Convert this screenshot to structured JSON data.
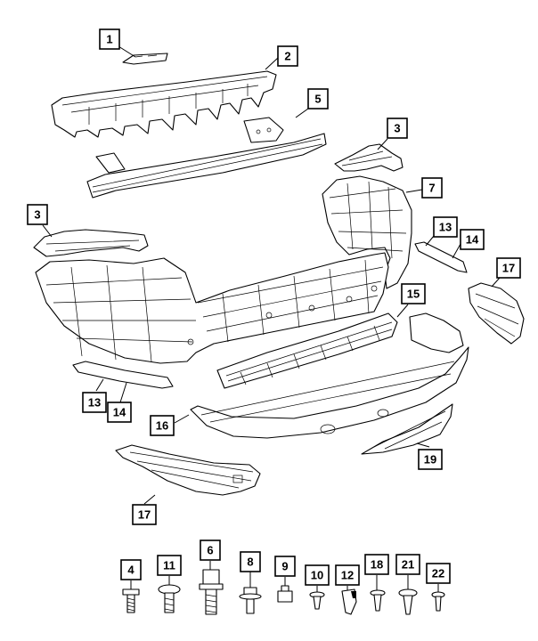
{
  "diagram": {
    "colors": {
      "line": "#000000",
      "background": "#ffffff"
    },
    "callouts": [
      {
        "id": "c1",
        "label": "1"
      },
      {
        "id": "c2",
        "label": "2"
      },
      {
        "id": "c5",
        "label": "5"
      },
      {
        "id": "c3a",
        "label": "3"
      },
      {
        "id": "c7",
        "label": "7"
      },
      {
        "id": "c3b",
        "label": "3"
      },
      {
        "id": "c13a",
        "label": "13"
      },
      {
        "id": "c14a",
        "label": "14"
      },
      {
        "id": "c17a",
        "label": "17"
      },
      {
        "id": "c15",
        "label": "15"
      },
      {
        "id": "c13b",
        "label": "13"
      },
      {
        "id": "c14b",
        "label": "14"
      },
      {
        "id": "c16",
        "label": "16"
      },
      {
        "id": "c19",
        "label": "19"
      },
      {
        "id": "c17b",
        "label": "17"
      },
      {
        "id": "c4",
        "label": "4"
      },
      {
        "id": "c11",
        "label": "11"
      },
      {
        "id": "c6",
        "label": "6"
      },
      {
        "id": "c8",
        "label": "8"
      },
      {
        "id": "c9",
        "label": "9"
      },
      {
        "id": "c10",
        "label": "10"
      },
      {
        "id": "c12",
        "label": "12"
      },
      {
        "id": "c18",
        "label": "18"
      },
      {
        "id": "c21",
        "label": "21"
      },
      {
        "id": "c22",
        "label": "22"
      }
    ]
  }
}
